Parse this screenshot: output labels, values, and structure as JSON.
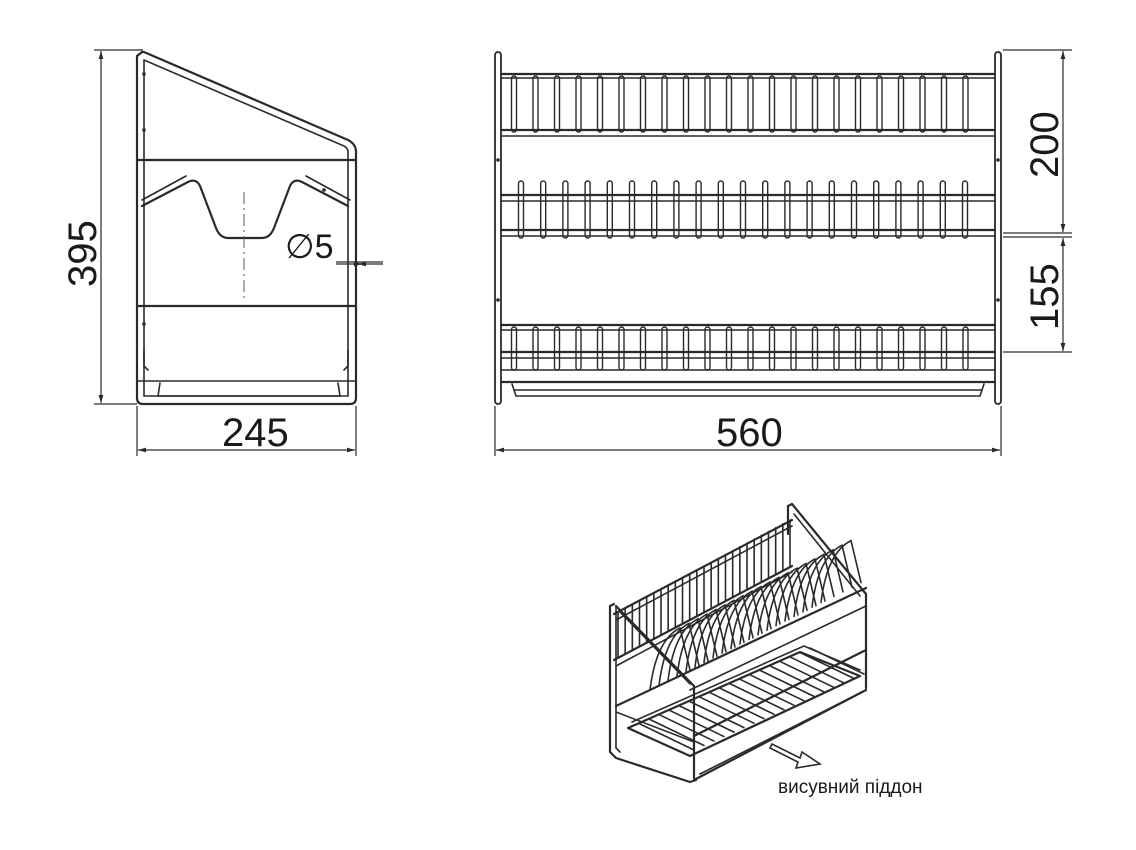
{
  "dimensions": {
    "side_height": "395",
    "side_width": "245",
    "front_width": "560",
    "upper_section": "200",
    "lower_section": "155",
    "wire_diameter": "∅5"
  },
  "caption": "висувний піддон"
}
